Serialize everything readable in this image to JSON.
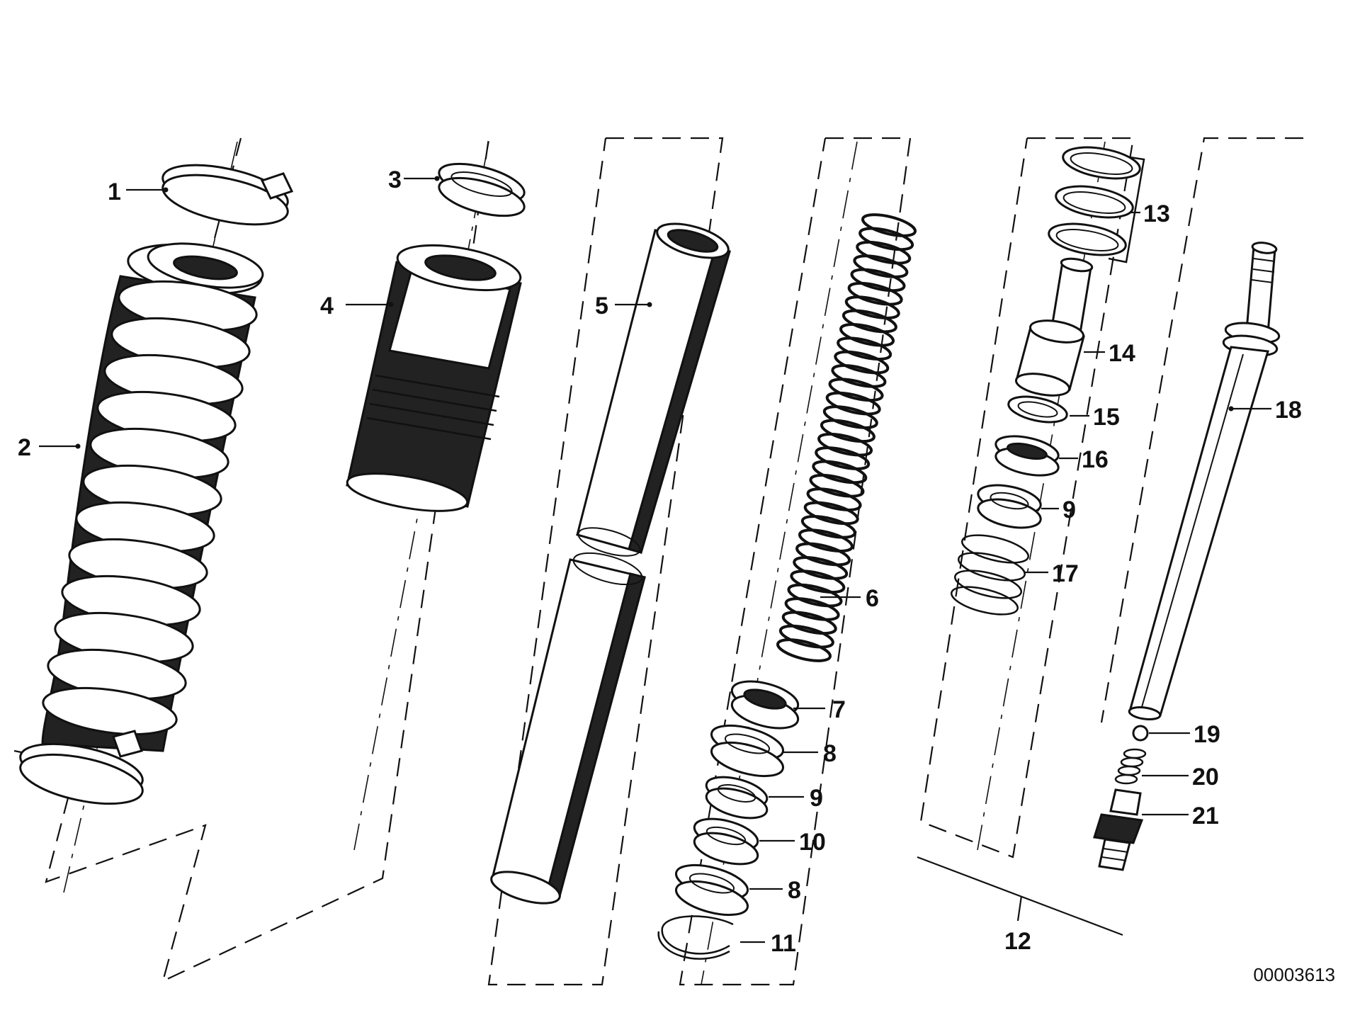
{
  "diagram": {
    "callouts": [
      "1",
      "2",
      "3",
      "4",
      "5",
      "6",
      "7",
      "8",
      "9",
      "10",
      "8",
      "11",
      "12",
      "13",
      "14",
      "15",
      "16",
      "9",
      "17",
      "18",
      "19",
      "20",
      "21"
    ],
    "document_number": "00003613"
  },
  "colors": {
    "ink": "#111111",
    "paper": "#ffffff"
  }
}
